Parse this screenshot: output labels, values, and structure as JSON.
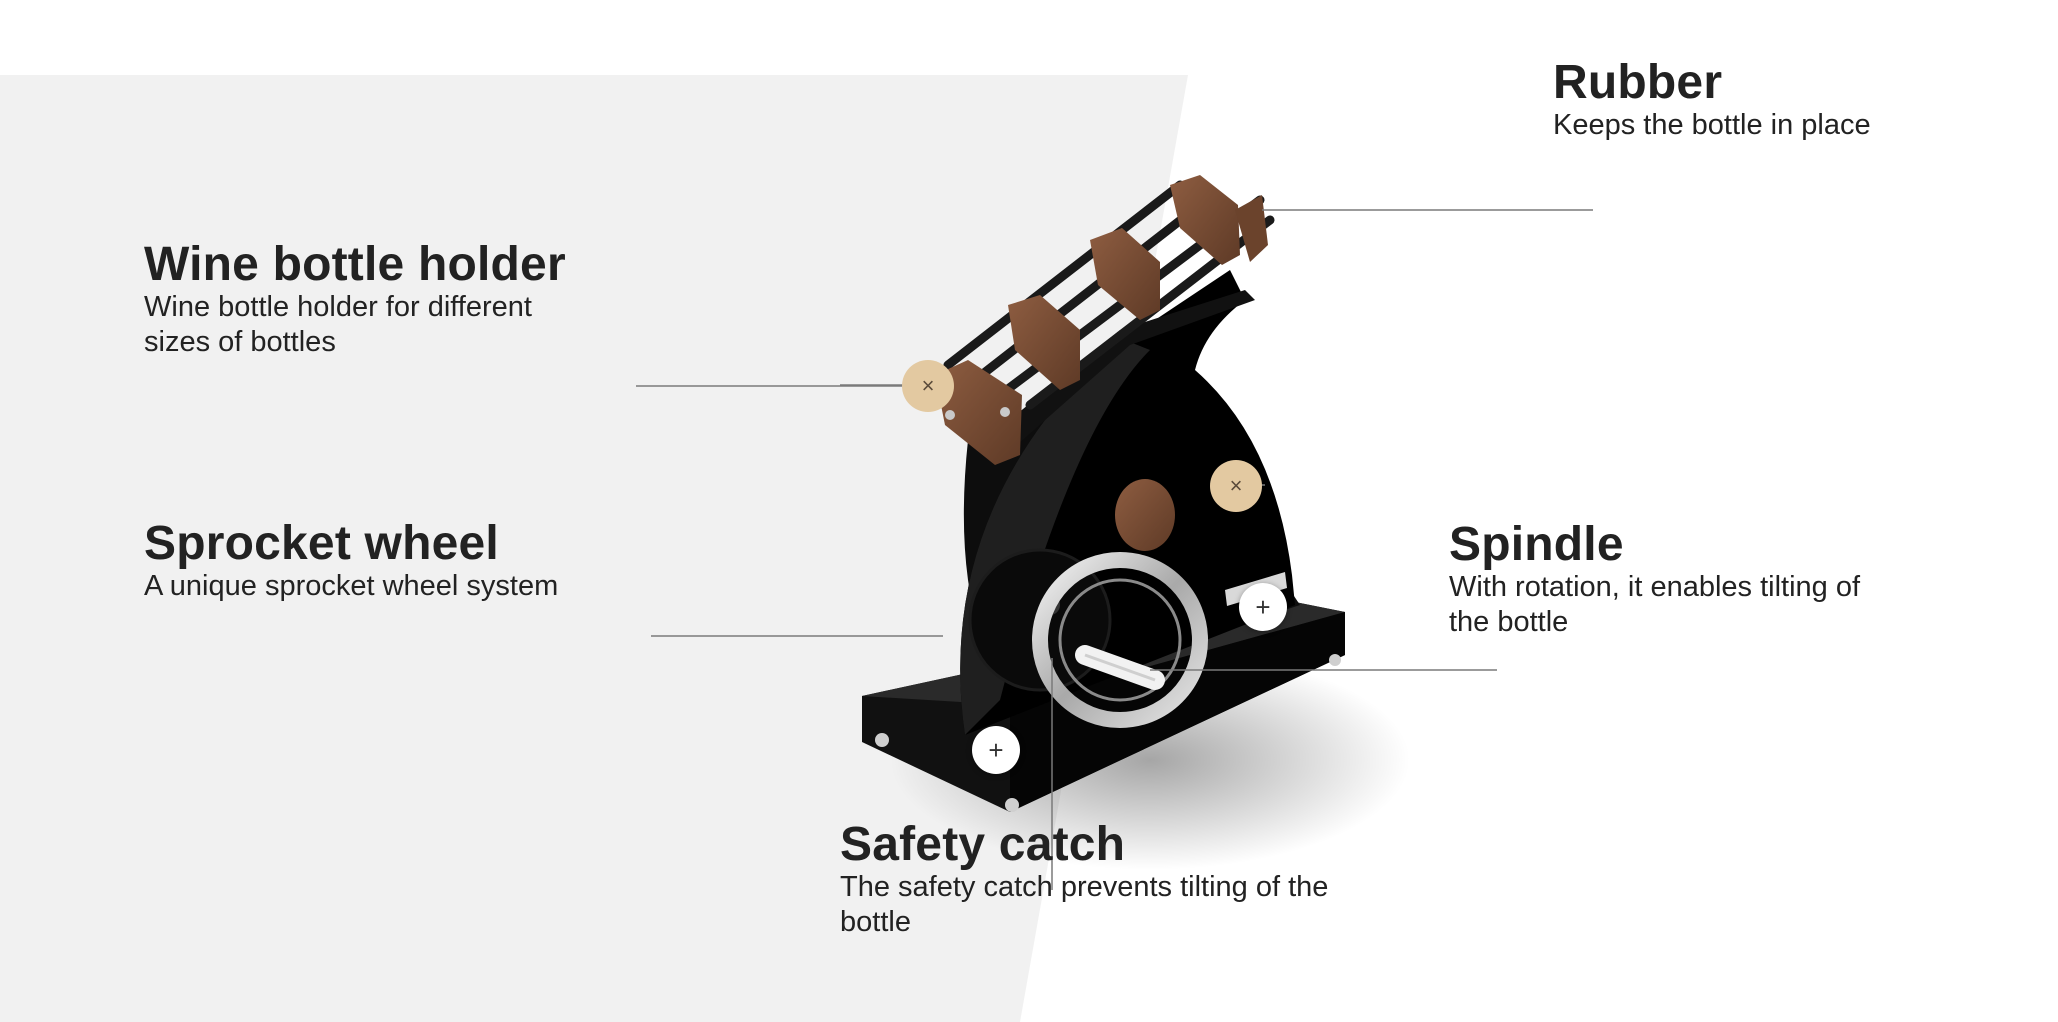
{
  "features": {
    "rubber": {
      "title": "Rubber",
      "desc": "Keeps the bottle in place"
    },
    "holder": {
      "title": "Wine bottle holder",
      "desc_line1": "Wine bottle holder for different",
      "desc_line2": "sizes of bottles"
    },
    "sprocket": {
      "title": "Sprocket wheel",
      "desc": "A unique sprocket wheel system"
    },
    "spindle": {
      "title": "Spindle",
      "desc_line1": "With rotation, it enables tilting of",
      "desc_line2": "the bottle"
    },
    "safety": {
      "title": "Safety catch",
      "desc_line1": "The safety catch prevents tilting of the",
      "desc_line2": "bottle"
    }
  },
  "hotspots": {
    "active_glyph": "×",
    "plus_glyph": "+"
  },
  "colors": {
    "panel": "#f1f1f1",
    "text": "#222222",
    "hotspot_active": "#e3c9a1",
    "wood": "#7a4e35",
    "body": "#0b0b0b"
  },
  "icons": {
    "active": "close-icon",
    "inactive": "plus-icon"
  }
}
